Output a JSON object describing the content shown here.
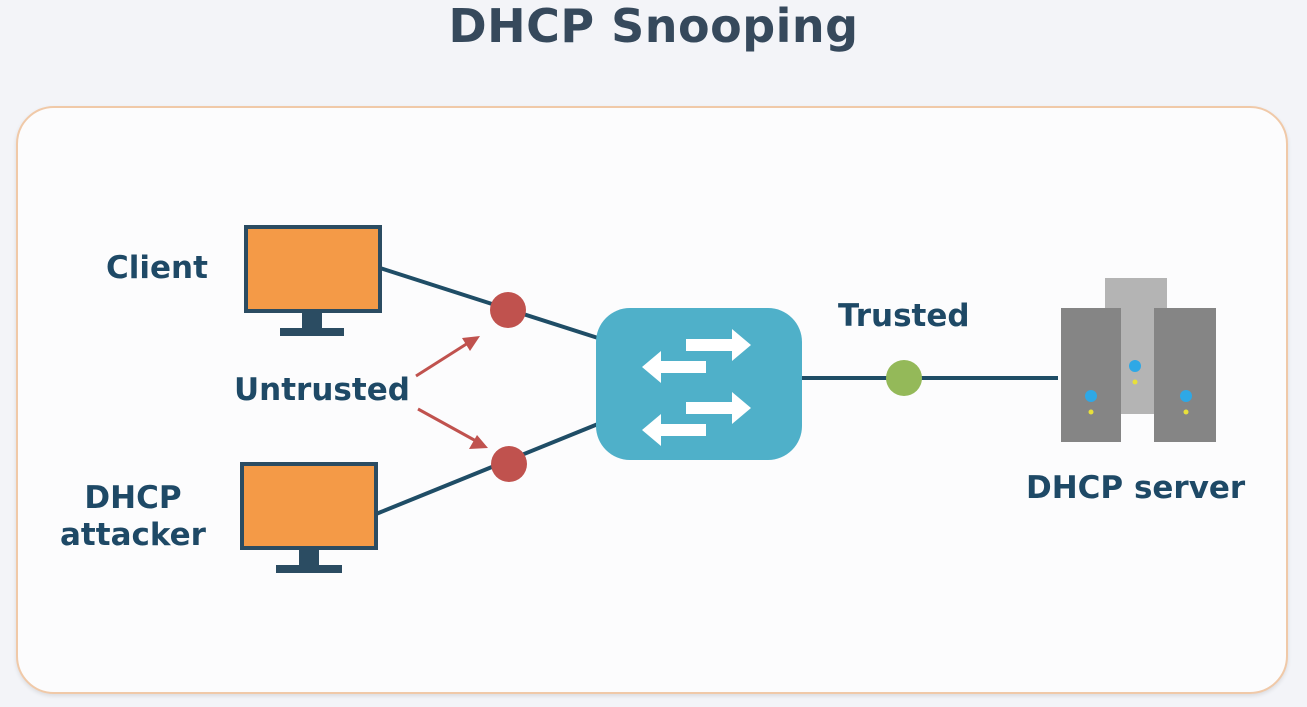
{
  "title": "DHCP Snooping",
  "labels": {
    "client": "Client",
    "untrusted": "Untrusted",
    "attacker_line1": "DHCP",
    "attacker_line2": "attacker",
    "trusted": "Trusted",
    "server": "DHCP server"
  },
  "colors": {
    "title": "#36495c",
    "label": "#1e4966",
    "monitor_screen": "#f49a47",
    "monitor_frame": "#2b4c62",
    "link_line": "#1f4d66",
    "untrusted_port": "#c0524e",
    "trusted_port": "#94b959",
    "switch": "#4fb0c9",
    "server": "#8a8a8a",
    "panel_border": "#f0c9a8"
  },
  "icons": {
    "client": "monitor-icon",
    "attacker": "monitor-icon",
    "switch": "switch-icon",
    "server": "server-icon"
  }
}
